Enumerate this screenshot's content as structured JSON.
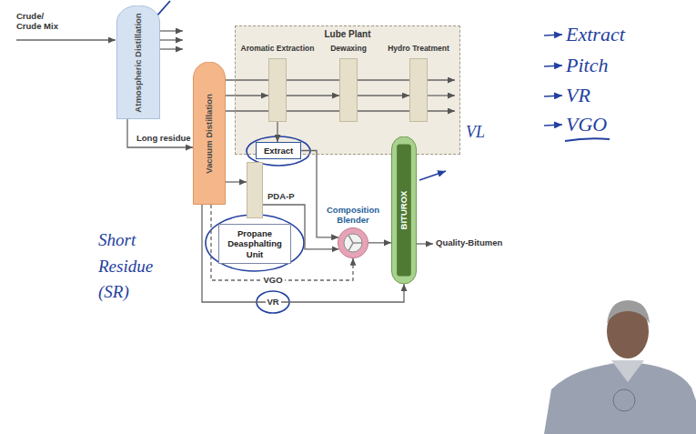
{
  "diagram": {
    "nodes": [
      {
        "text": [
          "Atmospheric Distillation"
        ]
      },
      {
        "text": [
          "Vacuum Distillation"
        ]
      },
      {
        "text": [
          "Lube Plant"
        ]
      },
      {
        "text": [
          "Aromatic Extraction"
        ],
        "in": 2
      },
      {
        "text": [
          "Dewaxing"
        ],
        "in": 2
      },
      {
        "text": [
          "Hydro Treatment"
        ],
        "in": 2
      },
      {
        "text": [
          "Extract"
        ]
      },
      {
        "text": [
          "Propane Deasphalting Unit"
        ]
      },
      {
        "text": [
          "Composition Blender"
        ]
      },
      {
        "text": [
          "BITUROX"
        ]
      }
    ],
    "edges": [
      {
        "from": 0,
        "to": 1,
        "arrow": "to",
        "label": "Long residue"
      },
      {
        "from": 1,
        "to": 3,
        "arrow": "to"
      },
      {
        "from": 3,
        "to": 4,
        "arrow": "to"
      },
      {
        "from": 4,
        "to": 5,
        "arrow": "to"
      },
      {
        "from": 3,
        "to": 6,
        "arrow": "to"
      },
      {
        "from": 1,
        "to": 7,
        "arrow": "to"
      },
      {
        "from": 6,
        "to": 8,
        "arrow": "to"
      },
      {
        "from": 7,
        "to": 8,
        "arrow": "to",
        "label": "PDA-P"
      },
      {
        "from": 1,
        "to": 8,
        "arrow": "to",
        "label": "VGO"
      },
      {
        "from": 1,
        "to": 9,
        "arrow": "to",
        "label": "VR"
      },
      {
        "from": 8,
        "to": 9,
        "arrow": "to"
      }
    ],
    "labels": [
      "Crude/ Crude Mix",
      "Quality-Bitumen",
      "Extract",
      "Pitch",
      "VR",
      "VGO",
      "Short Residue (SR)",
      "VL"
    ]
  }
}
